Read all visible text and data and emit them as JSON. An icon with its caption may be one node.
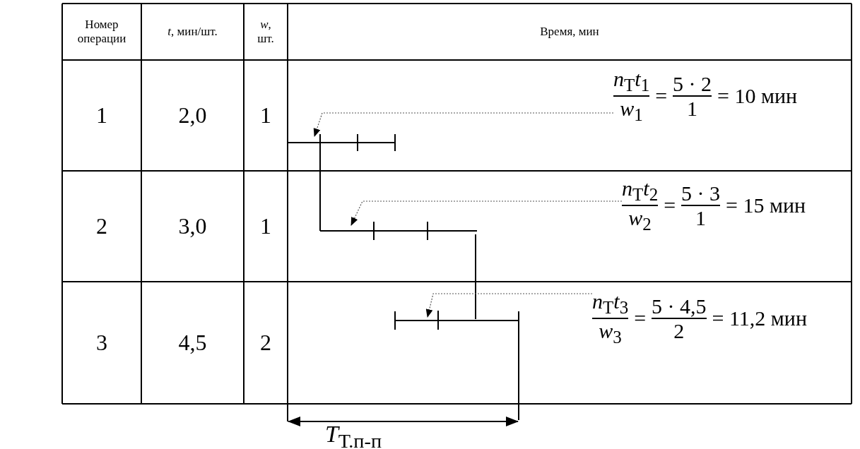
{
  "diagram": {
    "nodes": [
      {
        "text": [
          "*n*$_{Т}$*t*$_{1}$",
          "*w*$_{1}$",
          "=",
          "5 · 2",
          "1",
          "= 10 мин"
        ]
      },
      {
        "text": [
          "*n*$_{Т}$*t*$_{2}$",
          "*w*$_{2}$",
          "=",
          "5 · 3",
          "1",
          "= 15 мин"
        ]
      },
      {
        "text": [
          "*n*$_{Т}$*t*$_{3}$",
          "*w*$_{3}$",
          "=",
          "5 · 4,5",
          "2",
          "= 11,2 мин"
        ]
      }
    ],
    "edges": [
      {
        "from": 0,
        "to": null,
        "arrow": "to"
      },
      {
        "from": 1,
        "to": null,
        "arrow": "to"
      },
      {
        "from": 2,
        "to": null,
        "arrow": "to"
      }
    ],
    "labels": [
      "Номер операции",
      "*t*, мин/шт.",
      "*w*, шт.",
      "Время, мин",
      "1",
      "2,0",
      "1",
      "2",
      "3,0",
      "1",
      "3",
      "4,5",
      "2",
      "*T*$_{Т.п-п}$"
    ]
  }
}
